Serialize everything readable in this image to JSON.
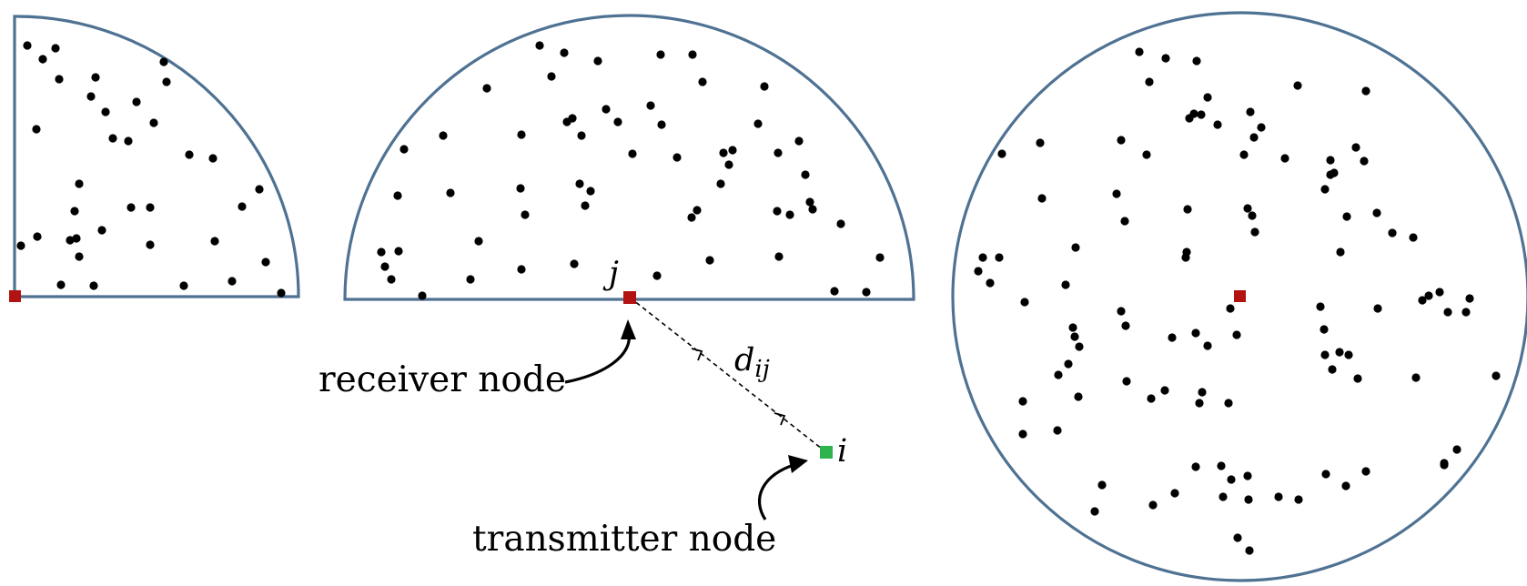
{
  "labels": {
    "receiver": "receiver node",
    "transmitter": "transmitter node",
    "receiver_index": "j",
    "transmitter_index": "i",
    "distance_symbol": "d",
    "distance_subscript": "ij"
  },
  "colors": {
    "outline": "#4f7293",
    "receiver": "#b31212",
    "transmitter": "#2fb34d",
    "dots": "#000000"
  }
}
